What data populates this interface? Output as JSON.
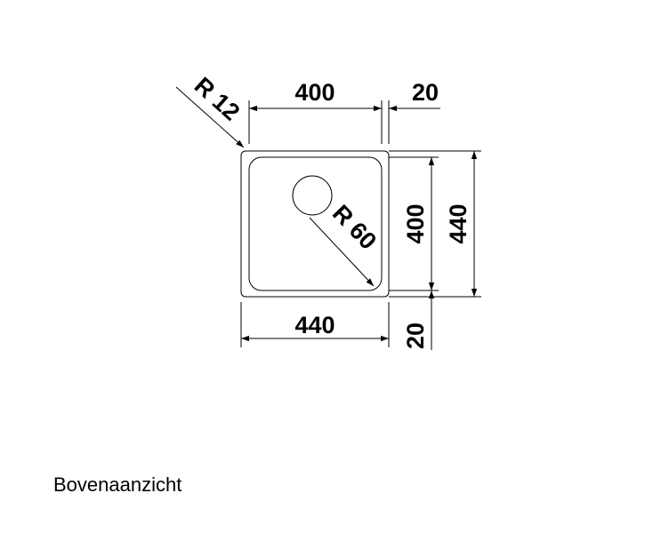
{
  "drawing": {
    "dim_top_width": "400",
    "dim_top_rim": "20",
    "dim_corner_outer_radius": "R 12",
    "dim_corner_inner_radius": "R 60",
    "dim_right_inner_height": "400",
    "dim_right_outer_height": "440",
    "dim_bottom_width": "440",
    "dim_bottom_rim": "20"
  },
  "caption": "Bovenaanzicht",
  "colors": {
    "line": "#000000",
    "background": "#ffffff"
  }
}
